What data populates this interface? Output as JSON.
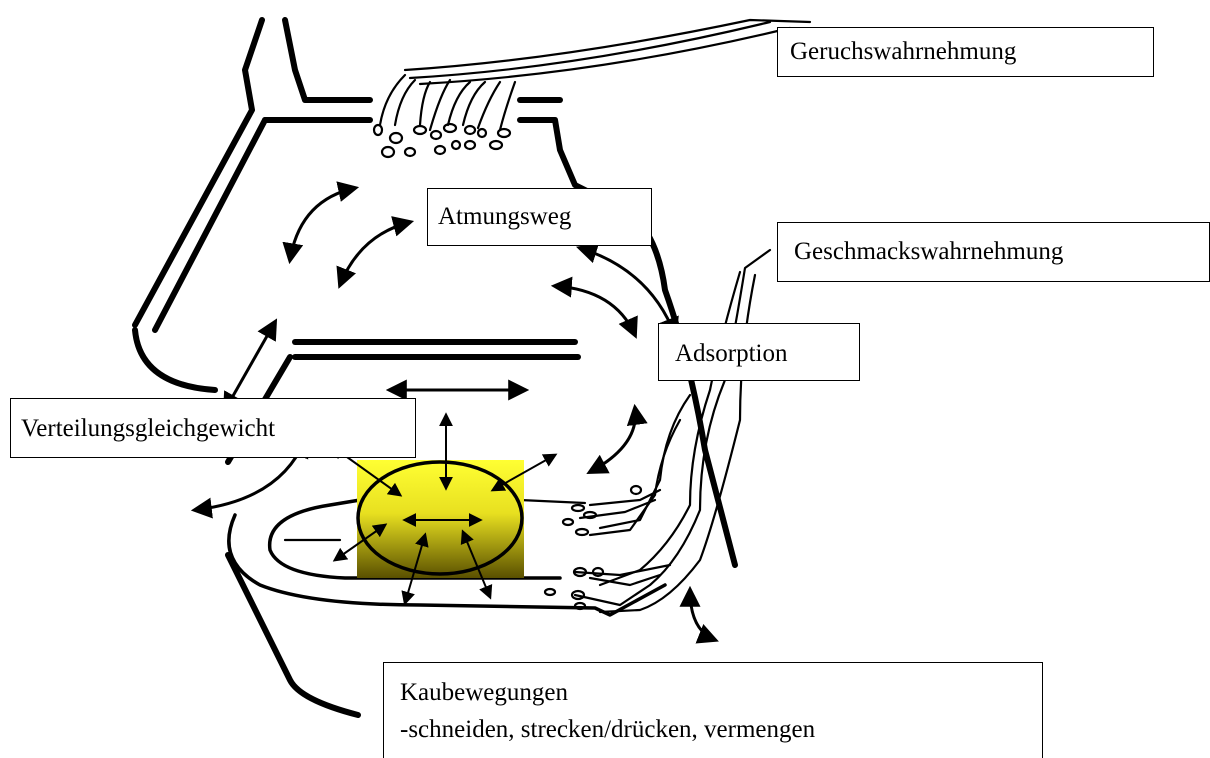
{
  "labels": {
    "geruch": "Geruchswahrnehmung",
    "atmung": "Atmungsweg",
    "geschmack": "Geschmackswahrnehmung",
    "adsorption": "Adsorption",
    "verteilung": "Verteilungsgleichgewicht",
    "kau_title": "Kaubewegungen",
    "kau_detail": "-schneiden, strecken/drücken, vermengen"
  },
  "colors": {
    "food_bolus_top": "#ffff33",
    "food_bolus_bottom": "#5a5000",
    "line": "#000000"
  }
}
